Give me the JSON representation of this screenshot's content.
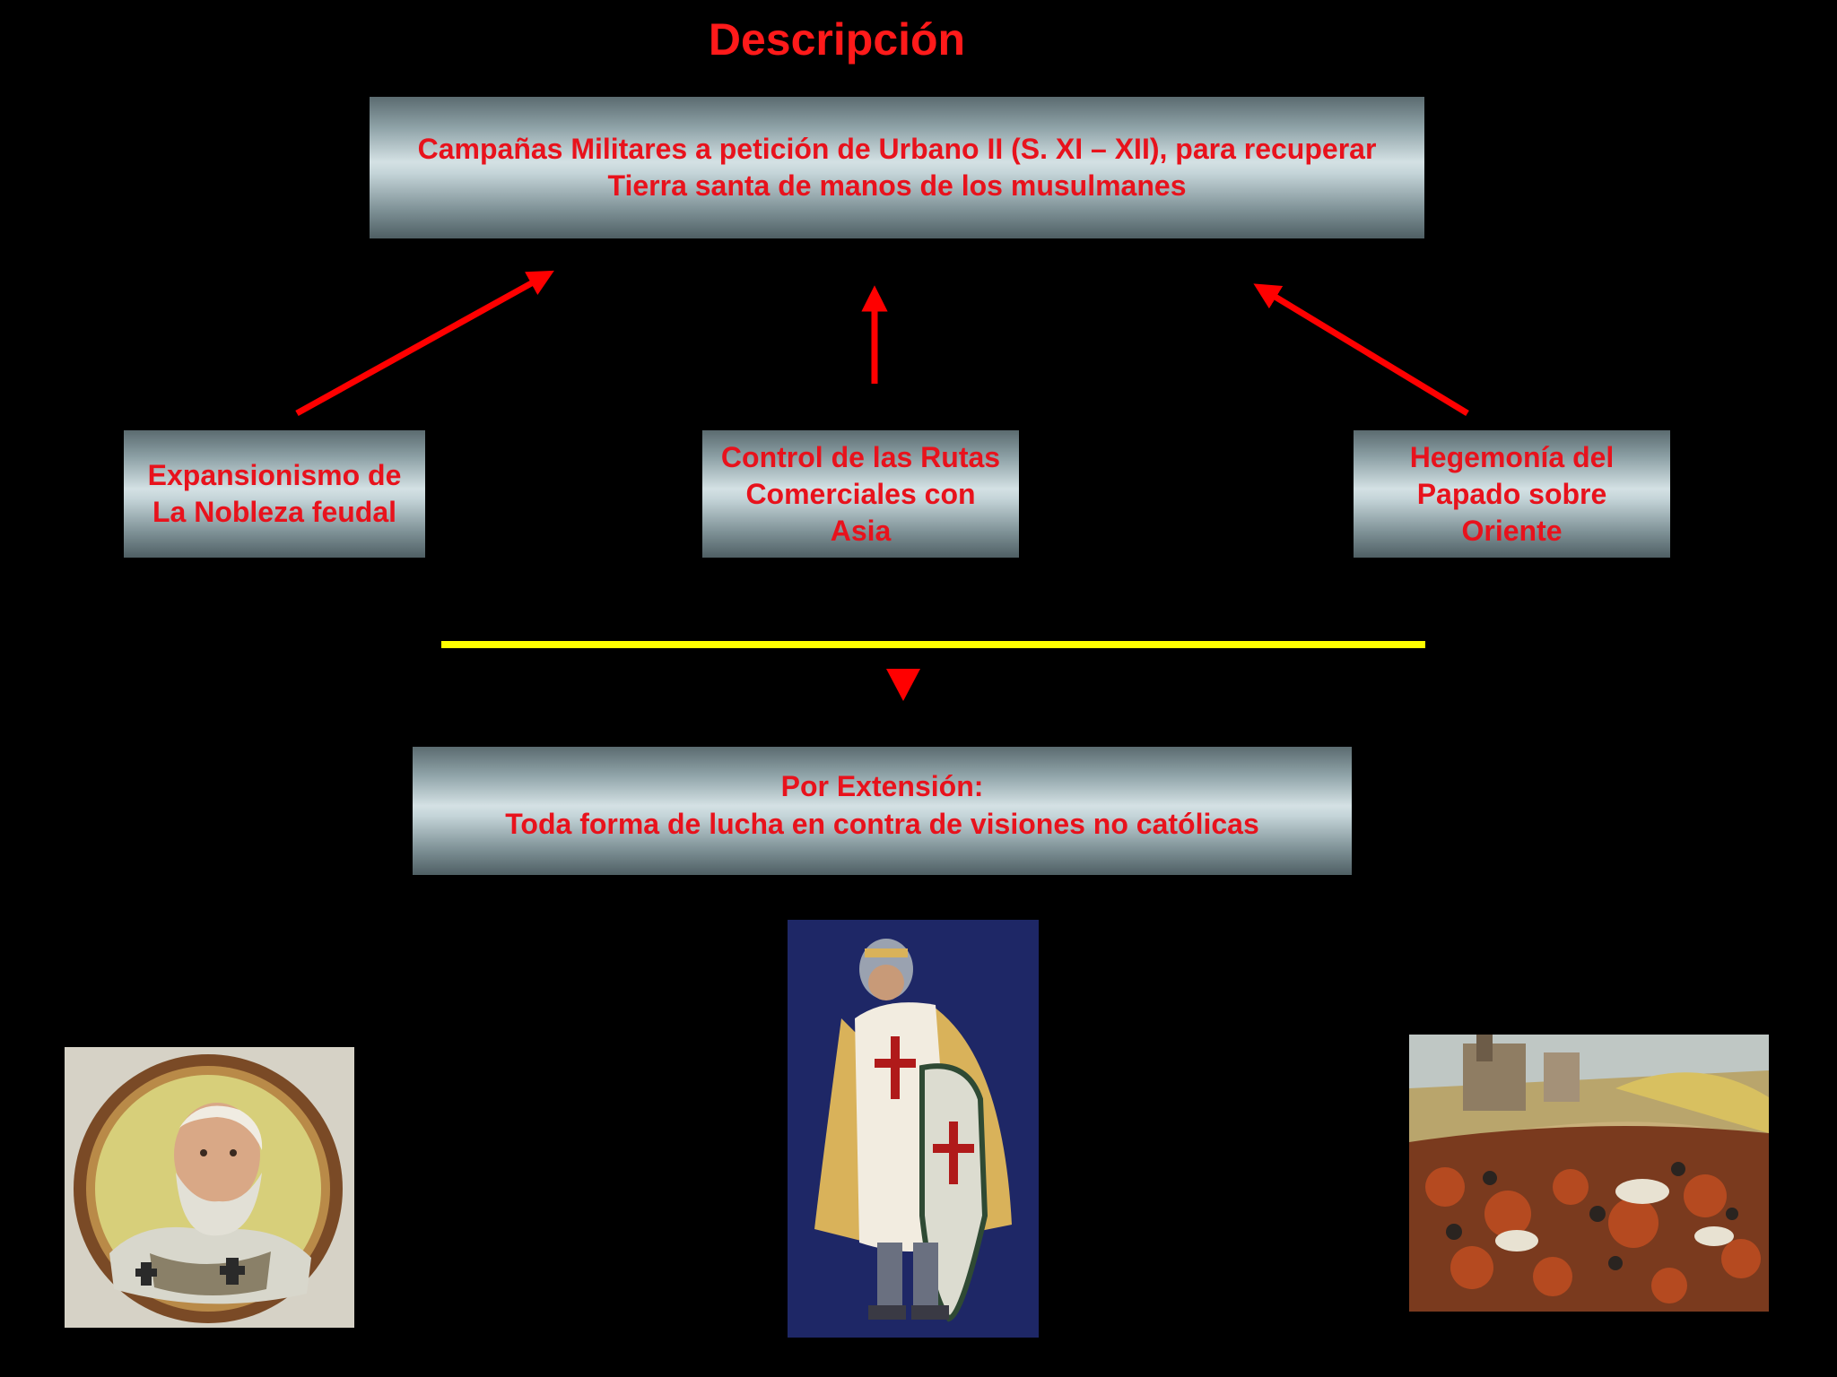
{
  "title": "Descripción",
  "main_box": {
    "line1": "Campañas Militares a petición de Urbano II (S. XI – XII), para recuperar",
    "line2": "Tierra santa de manos de los musulmanes"
  },
  "cause_left": {
    "line1": "Expansionismo de",
    "line2": "La Nobleza feudal"
  },
  "cause_center": {
    "line1": "Control de las Rutas",
    "line2": "Comerciales con",
    "line3": "Asia"
  },
  "cause_right": {
    "line1": "Hegemonía del",
    "line2": "Papado sobre",
    "line3": "Oriente"
  },
  "extension_box": {
    "line1": "Por Extensión:",
    "line2": "Toda forma de lucha en contra de visiones no católicas"
  },
  "colors": {
    "background": "#000000",
    "text_red": "#e8121c",
    "arrow_red": "#ff0000",
    "divider_yellow": "#ffff00"
  },
  "images": [
    "pope-urban-ii-portrait",
    "crusader-knight-illustration",
    "crusade-battle-painting"
  ]
}
